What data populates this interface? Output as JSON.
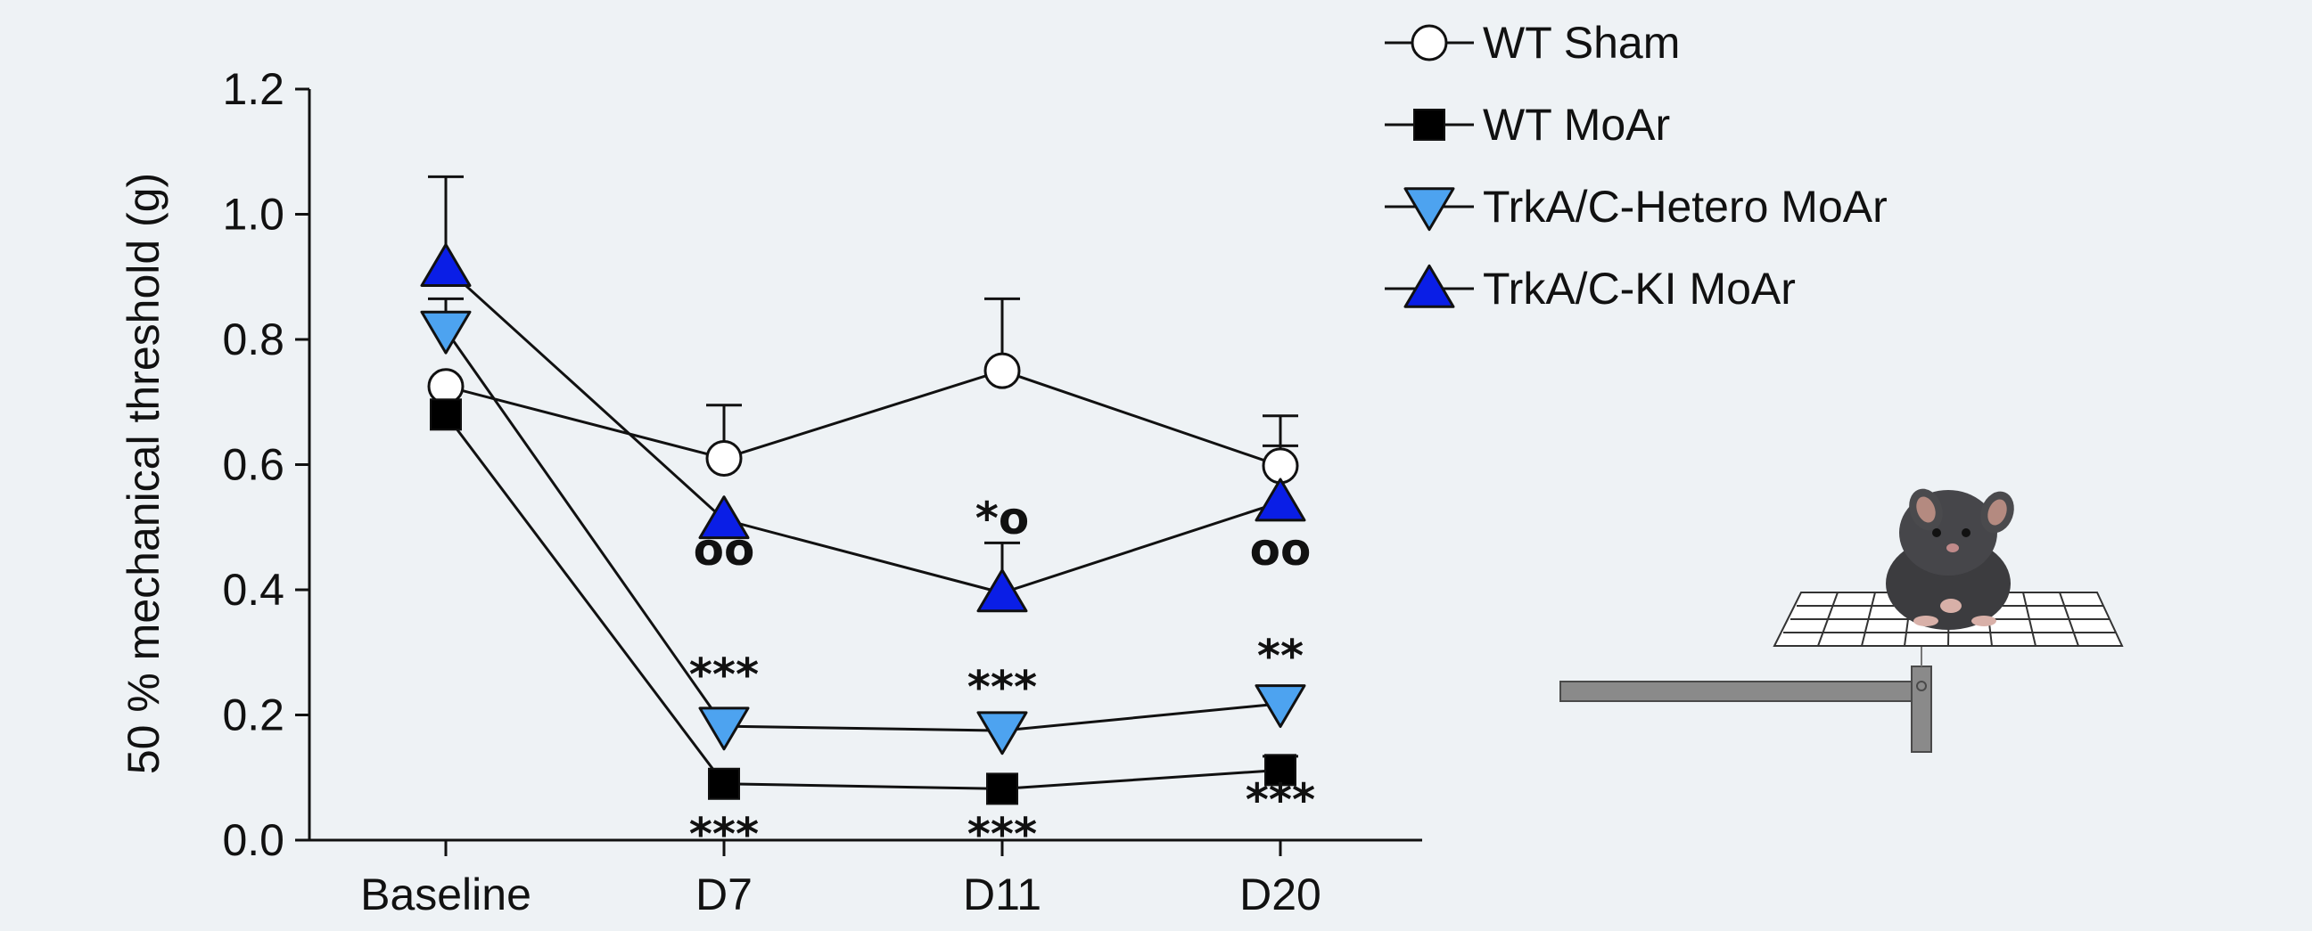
{
  "chart_data": {
    "type": "line",
    "categories": [
      "Baseline",
      "D7",
      "D11",
      "D20"
    ],
    "ylabel": "50 % mechanical threshold (g)",
    "ylim": [
      0,
      1.2
    ],
    "yticks": [
      "0.0",
      "0.2",
      "0.4",
      "0.6",
      "0.8",
      "1.0",
      "1.2"
    ],
    "legend_position": "top-right",
    "series": [
      {
        "name": "WT Sham",
        "marker": "circle",
        "fill": "#ffffff",
        "values": [
          0.725,
          0.61,
          0.75,
          0.598
        ],
        "err": [
          0,
          0.085,
          0.115,
          0.08
        ]
      },
      {
        "name": "WT MoAr",
        "marker": "square",
        "fill": "#000000",
        "values": [
          0.68,
          0.09,
          0.082,
          0.112
        ],
        "err": [
          0,
          0,
          0,
          0.022
        ]
      },
      {
        "name": "TrkA/C-Hetero MoAr",
        "marker": "triangle-down",
        "fill": "#4da3f0",
        "values": [
          0.815,
          0.182,
          0.175,
          0.218
        ],
        "err": [
          0.05,
          0.025,
          0.02,
          0.025
        ]
      },
      {
        "name": "TrkA/C-KI MoAr",
        "marker": "triangle-up",
        "fill": "#0a1ee6",
        "values": [
          0.915,
          0.512,
          0.395,
          0.54
        ],
        "err": [
          0.145,
          0,
          0.08,
          0.09
        ]
      }
    ],
    "annotations": [
      {
        "category": 1,
        "y": 0.24,
        "text": "***"
      },
      {
        "category": 1,
        "y": -0.015,
        "text": "***"
      },
      {
        "category": 1,
        "y": 0.44,
        "text": "oo"
      },
      {
        "category": 2,
        "y": 0.22,
        "text": "***"
      },
      {
        "category": 2,
        "y": -0.015,
        "text": "***"
      },
      {
        "category": 2,
        "y": 0.49,
        "text": "*o"
      },
      {
        "category": 3,
        "y": 0.27,
        "text": "**"
      },
      {
        "category": 3,
        "y": 0.04,
        "text": "***"
      },
      {
        "category": 3,
        "y": 0.44,
        "text": "oo"
      }
    ]
  }
}
